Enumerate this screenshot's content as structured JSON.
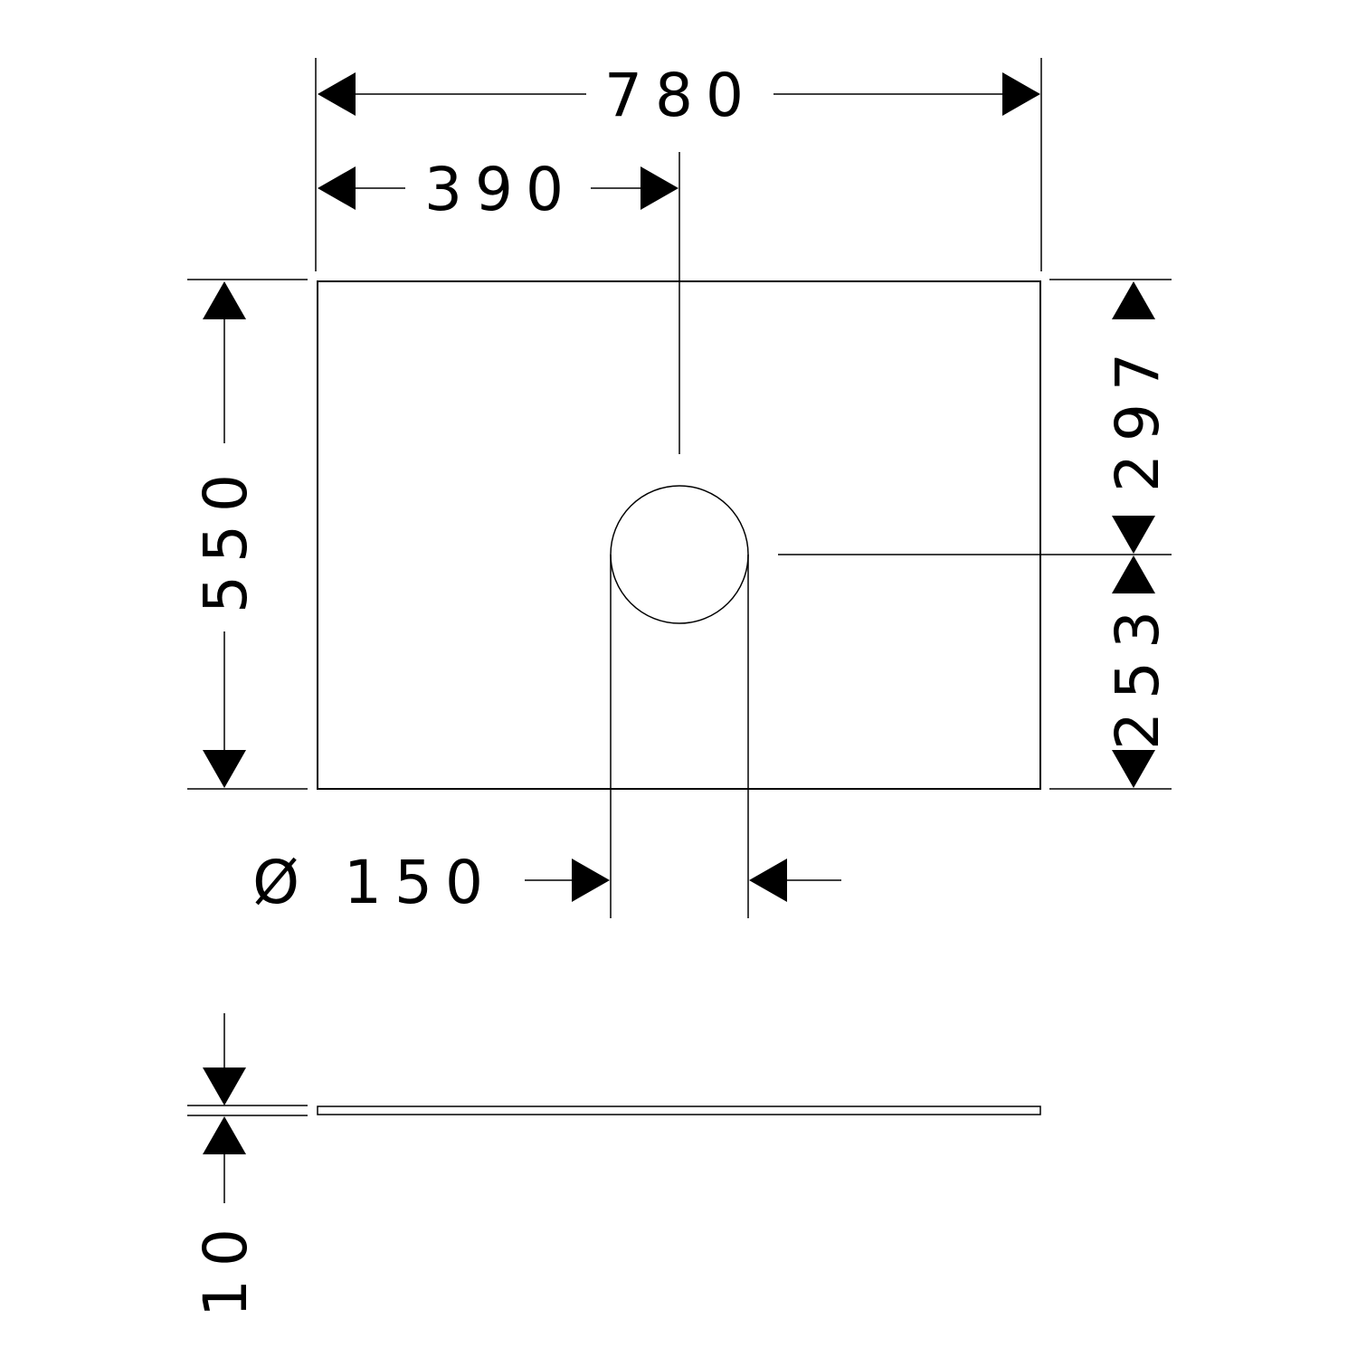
{
  "drawing": {
    "width_label": "780",
    "center_offset_label": "390",
    "height_label": "550",
    "upper_right_label": "297",
    "lower_right_label": "253",
    "hole_diameter_label": "Ø 150",
    "thickness_label": "10"
  },
  "colors": {
    "line": "#000000",
    "background": "#ffffff"
  }
}
